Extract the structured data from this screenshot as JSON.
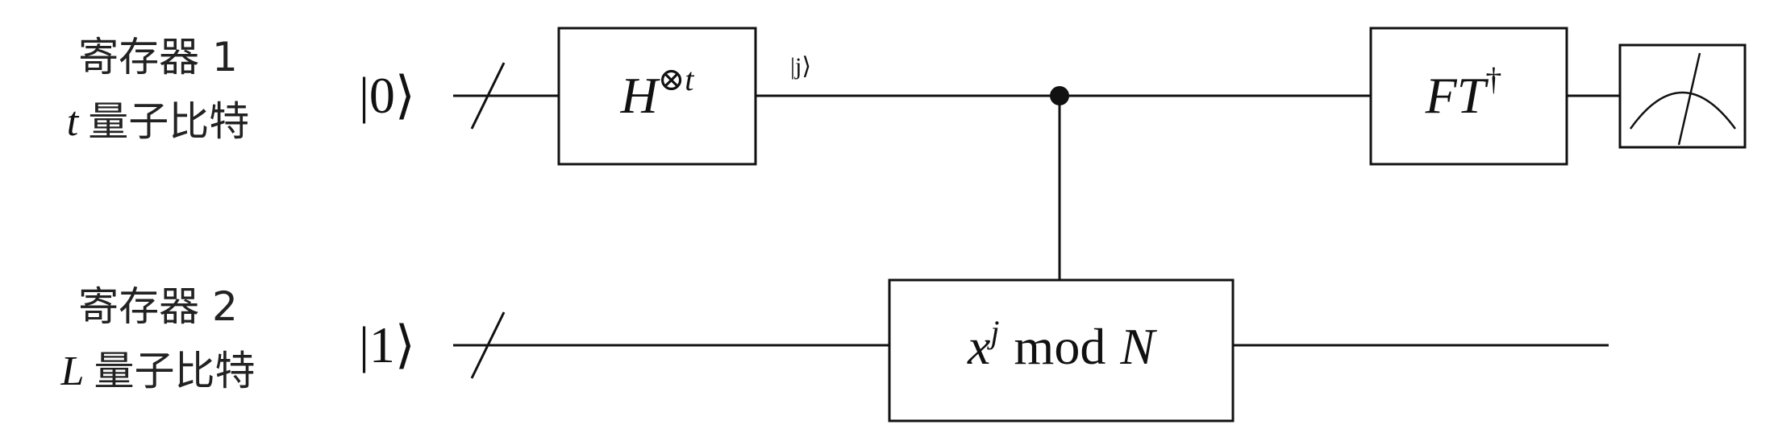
{
  "registers": [
    {
      "name": "寄存器 1",
      "qubits_var": "t",
      "qubits_text": "量子比特",
      "initial_state": "|0⟩"
    },
    {
      "name": "寄存器 2",
      "qubits_var": "L",
      "qubits_text": "量子比特",
      "initial_state": "|1⟩"
    }
  ],
  "gates": {
    "hadamard": {
      "base": "H",
      "sup": "⊗t"
    },
    "state_label": "|j⟩",
    "modexp": {
      "base": "x",
      "sup": "j",
      "op": "mod",
      "mod": "N"
    },
    "qft": {
      "base": "FT",
      "sup": "†"
    }
  }
}
